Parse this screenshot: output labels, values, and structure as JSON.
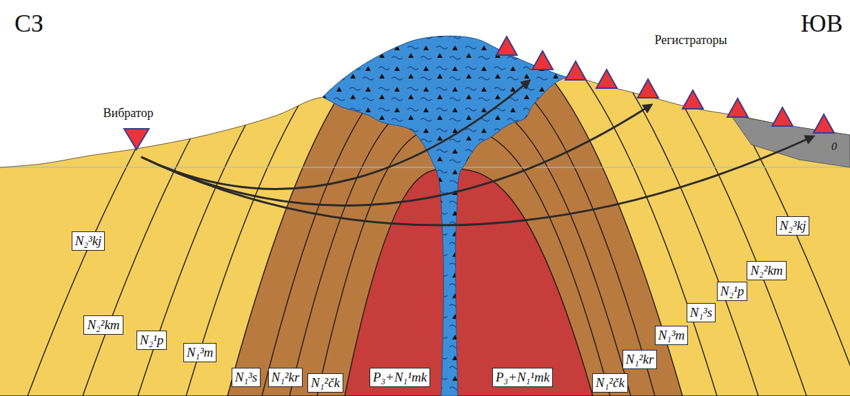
{
  "diagram": {
    "nodes": [
      {
        "text": [
          "N₂³kj"
        ]
      },
      {
        "text": [
          "N₂³kj"
        ]
      },
      {
        "text": [
          "N₂²km"
        ]
      },
      {
        "text": [
          "N₂¹p"
        ]
      },
      {
        "text": [
          "N₁³s"
        ]
      },
      {
        "text": [
          "N₂²km"
        ]
      },
      {
        "text": [
          "N₁³m"
        ]
      },
      {
        "text": [
          "N₂¹p"
        ]
      },
      {
        "text": [
          "N₁³m"
        ]
      },
      {
        "text": [
          "N₁²kr"
        ]
      },
      {
        "text": [
          "N₁³s"
        ]
      },
      {
        "text": [
          "N₁²kr"
        ]
      },
      {
        "text": [
          "N₁²čk"
        ]
      },
      {
        "text": [
          "P₃+N₁¹mk"
        ]
      },
      {
        "text": [
          "P₃+N₁¹mk"
        ]
      },
      {
        "text": [
          "N₁²čk"
        ]
      }
    ],
    "labels": [
      "СЗ",
      "ЮВ",
      "Вибратор",
      "Регистраторы",
      "0"
    ]
  }
}
